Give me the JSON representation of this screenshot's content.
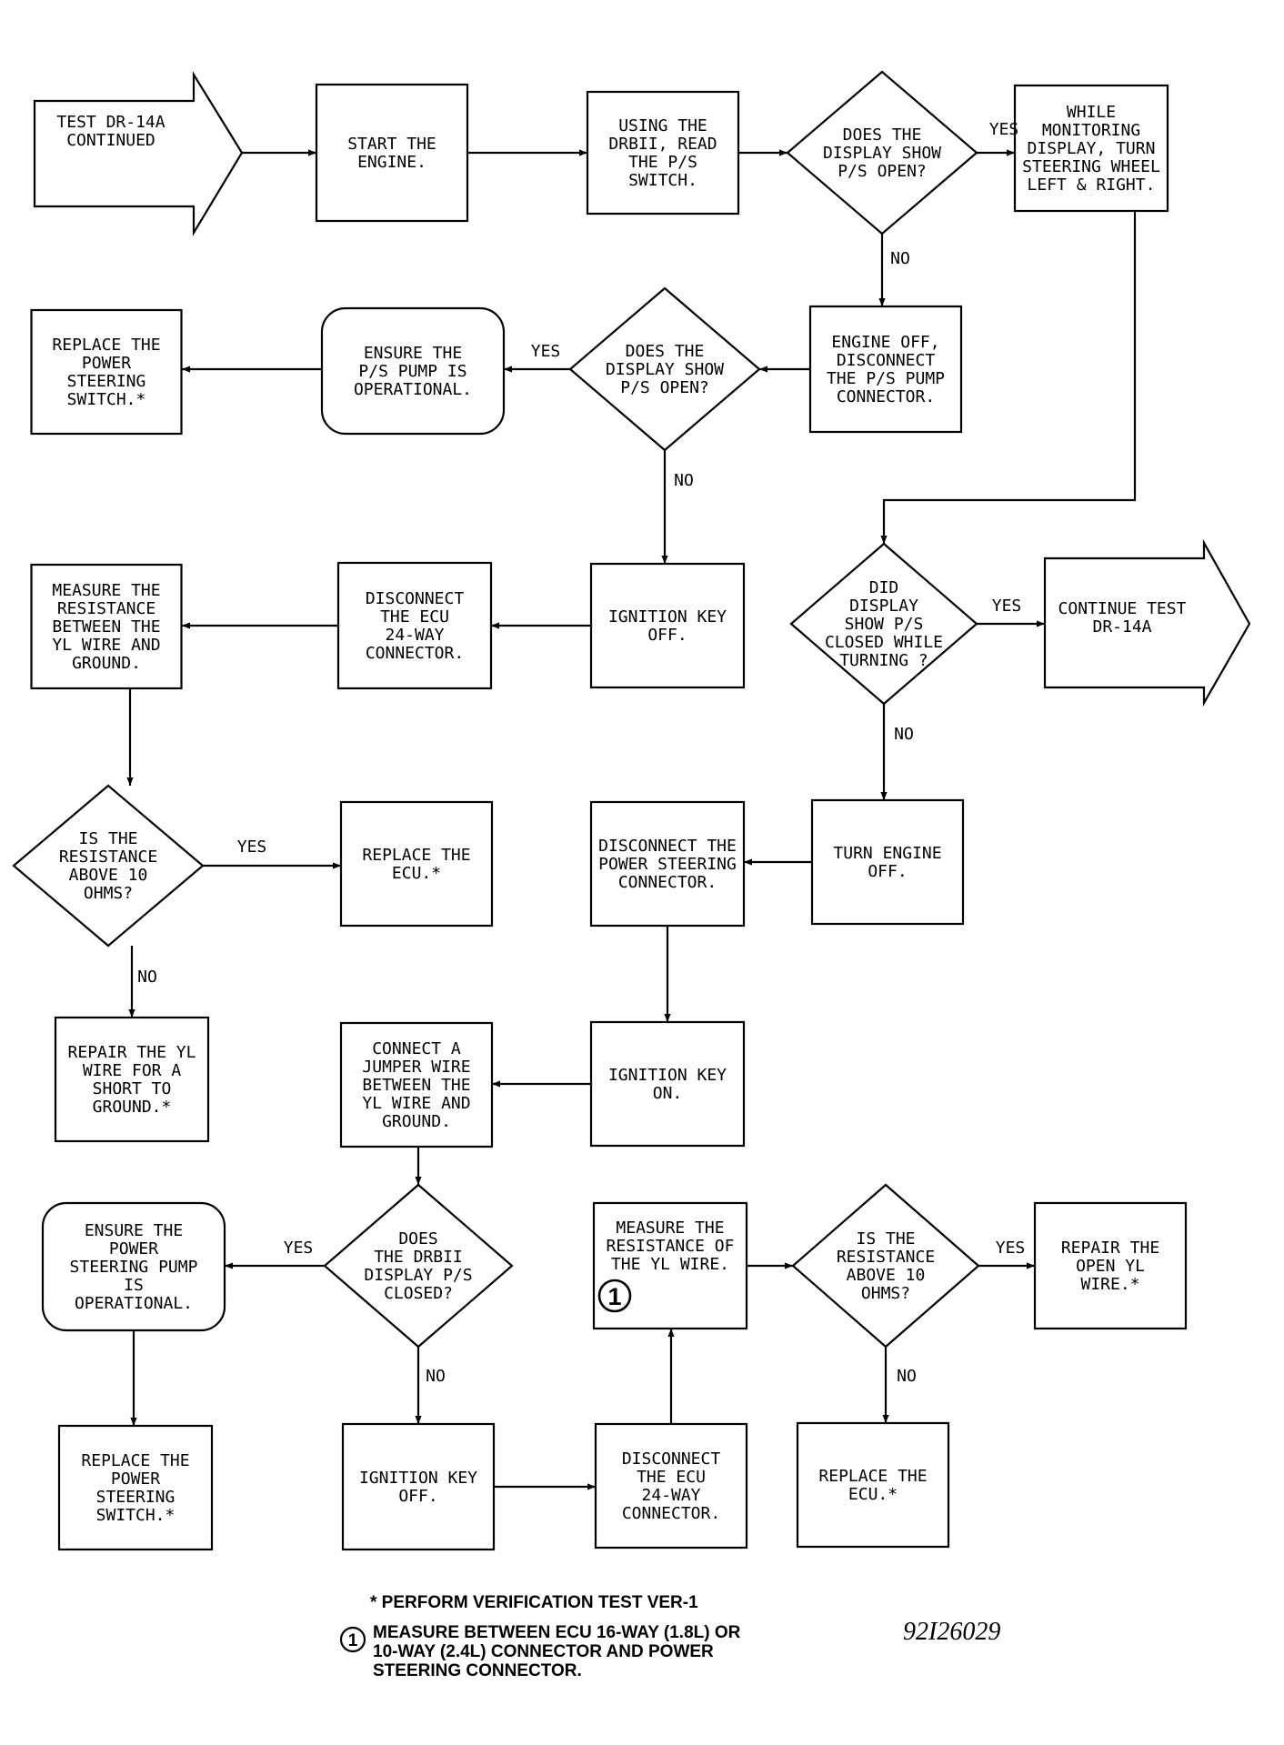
{
  "nodes": {
    "test_dr14a_continued": [
      "TEST DR-14A",
      "CONTINUED"
    ],
    "start_engine": [
      "START THE",
      "ENGINE."
    ],
    "read_ps_switch": [
      "USING THE",
      "DRBII, READ",
      "THE P/S",
      "SWITCH."
    ],
    "ps_open_1": [
      "DOES THE",
      "DISPLAY SHOW",
      "P/S OPEN?"
    ],
    "turn_wheel": [
      "WHILE",
      "MONITORING",
      "DISPLAY, TURN",
      "STEERING WHEEL",
      "LEFT & RIGHT."
    ],
    "disconnect_pump": [
      "ENGINE OFF,",
      "DISCONNECT",
      "THE P/S PUMP",
      "CONNECTOR."
    ],
    "ps_open_2": [
      "DOES THE",
      "DISPLAY SHOW",
      "P/S OPEN?"
    ],
    "ensure_pump_1": [
      "ENSURE THE",
      "P/S PUMP IS",
      "OPERATIONAL."
    ],
    "replace_switch_1": [
      "REPLACE THE",
      "POWER",
      "STEERING",
      "SWITCH.*"
    ],
    "display_closed_turning": [
      "DID",
      "DISPLAY",
      "SHOW P/S",
      "CLOSED WHILE",
      "TURNING ?"
    ],
    "continue_test": [
      "CONTINUE TEST",
      "DR-14A"
    ],
    "ignition_off_1": [
      "IGNITION KEY",
      "OFF."
    ],
    "disconnect_ecu_1": [
      "DISCONNECT",
      "THE ECU",
      "24-WAY",
      "CONNECTOR."
    ],
    "measure_yl_ground": [
      "MEASURE THE",
      "RESISTANCE",
      "BETWEEN THE",
      "YL WIRE AND",
      "GROUND."
    ],
    "resistance_above_1": [
      "IS THE",
      "RESISTANCE",
      "ABOVE 10",
      "OHMS?"
    ],
    "replace_ecu_1": [
      "REPLACE THE",
      "ECU.*"
    ],
    "repair_short": [
      "REPAIR THE YL",
      "WIRE FOR A",
      "SHORT TO",
      "GROUND.*"
    ],
    "turn_engine_off": [
      "TURN ENGINE",
      "OFF."
    ],
    "disconnect_ps_conn": [
      "DISCONNECT THE",
      "POWER STEERING",
      "CONNECTOR."
    ],
    "ignition_on": [
      "IGNITION KEY",
      "ON."
    ],
    "jumper_wire": [
      "CONNECT A",
      "JUMPER WIRE",
      "BETWEEN THE",
      "YL WIRE AND",
      "GROUND."
    ],
    "drbii_closed": [
      "DOES",
      "THE DRBII",
      "DISPLAY P/S",
      "CLOSED?"
    ],
    "ensure_pump_2": [
      "ENSURE THE",
      "POWER",
      "STEERING PUMP",
      "IS",
      "OPERATIONAL."
    ],
    "replace_switch_2": [
      "REPLACE THE",
      "POWER",
      "STEERING",
      "SWITCH.*"
    ],
    "ignition_off_2": [
      "IGNITION KEY",
      "OFF."
    ],
    "disconnect_ecu_2": [
      "DISCONNECT",
      "THE ECU",
      "24-WAY",
      "CONNECTOR."
    ],
    "measure_yl": [
      "MEASURE THE",
      "RESISTANCE OF",
      "THE YL WIRE."
    ],
    "resistance_above_2": [
      "IS THE",
      "RESISTANCE",
      "ABOVE 10",
      "OHMS?"
    ],
    "repair_open": [
      "REPAIR THE",
      "OPEN YL",
      "WIRE.*"
    ],
    "replace_ecu_2": [
      "REPLACE THE",
      "ECU.*"
    ]
  },
  "labels": {
    "yes": "YES",
    "no": "NO"
  },
  "note_marker": "1",
  "footnotes": {
    "verification": "* PERFORM VERIFICATION TEST VER-1",
    "measure_note": [
      "MEASURE BETWEEN ECU 16-WAY (1.8L) OR",
      "10-WAY (2.4L) CONNECTOR AND POWER",
      "STEERING CONNECTOR."
    ]
  },
  "figure_id": "92I26029"
}
